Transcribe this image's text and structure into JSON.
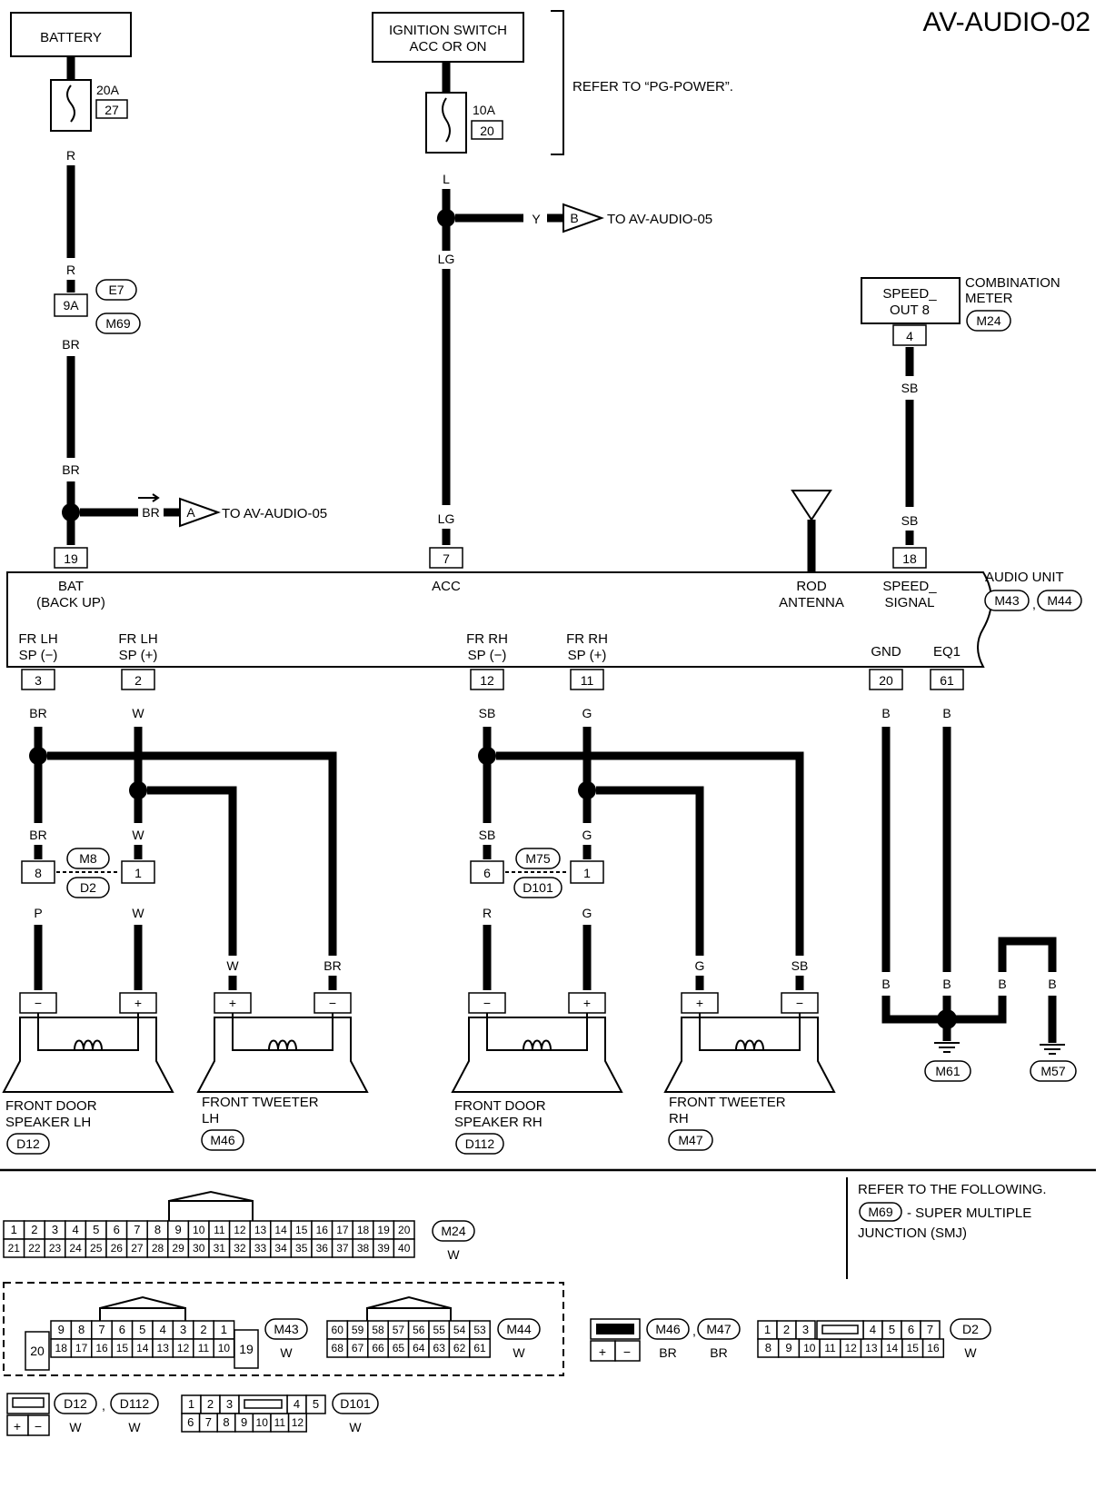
{
  "title": "AV-AUDIO-02",
  "components": {
    "battery": "BATTERY",
    "ignition_line1": "IGNITION SWITCH",
    "ignition_line2": "ACC OR ON",
    "refer_pg": "REFER TO “PG-POWER”.",
    "fuse1_rating": "20A",
    "fuse1_number": "27",
    "fuse2_rating": "10A",
    "fuse2_number": "20",
    "speed_out_line1": "SPEED_",
    "speed_out_line2": "OUT 8",
    "combination_meter_line1": "COMBINATION",
    "combination_meter_line2": "METER",
    "rod_antenna_line1": "ROD",
    "rod_antenna_line2": "ANTENNA",
    "audio_unit": "AUDIO UNIT",
    "front_door_lh_line1": "FRONT DOOR",
    "front_door_lh_line2": "SPEAKER LH",
    "front_tweeter_lh_line1": "FRONT TWEETER",
    "front_tweeter_lh_line2": "LH",
    "front_door_rh_line1": "FRONT DOOR",
    "front_door_rh_line2": "SPEAKER RH",
    "front_tweeter_rh_line1": "FRONT TWEETER",
    "front_tweeter_rh_line2": "RH"
  },
  "offpage": {
    "to_a": "TO AV-AUDIO-05",
    "to_b": "TO AV-AUDIO-05",
    "letter_a": "A",
    "letter_b": "B"
  },
  "terminals": {
    "bat_line1": "BAT",
    "bat_line2": "(BACK UP)",
    "acc": "ACC",
    "speed_signal_line1": "SPEED_",
    "speed_signal_line2": "SIGNAL",
    "fr_lh_neg_line1": "FR LH",
    "fr_lh_neg_line2": "SP (−)",
    "fr_lh_pos_line1": "FR LH",
    "fr_lh_pos_line2": "SP (+)",
    "fr_rh_neg_line1": "FR RH",
    "fr_rh_neg_line2": "SP (−)",
    "fr_rh_pos_line1": "FR RH",
    "fr_rh_pos_line2": "SP (+)",
    "gnd": "GND",
    "eq1": "EQ1"
  },
  "pins": {
    "p19": "19",
    "p7": "7",
    "p18": "18",
    "p4": "4",
    "p9a": "9A",
    "p3": "3",
    "p2": "2",
    "p12": "12",
    "p11": "11",
    "p20": "20",
    "p61": "61",
    "p8": "8",
    "p1a": "1",
    "p6": "6",
    "p1b": "1"
  },
  "wires": {
    "r1": "R",
    "r2": "R",
    "br1": "BR",
    "br2": "BR",
    "br_a": "BR",
    "l": "L",
    "y": "Y",
    "lg1": "LG",
    "lg2": "LG",
    "sb1": "SB",
    "sb2": "SB",
    "br3": "BR",
    "w1": "W",
    "sb3": "SB",
    "g1": "G",
    "b1": "B",
    "b2": "B",
    "br4": "BR",
    "w2": "W",
    "sb4": "SB",
    "g2": "G",
    "p": "P",
    "w3": "W",
    "r3": "R",
    "g3": "G",
    "w4": "W",
    "br5": "BR",
    "g4": "G",
    "sb5": "SB",
    "b3": "B",
    "b4": "B",
    "b5": "B",
    "b6": "B"
  },
  "connectors": {
    "e7": "E7",
    "m69": "M69",
    "m24": "M24",
    "m43": "M43",
    "m44": "M44",
    "m8": "M8",
    "d2": "D2",
    "m75": "M75",
    "d101": "D101",
    "d12": "D12",
    "m46": "M46",
    "d112": "D112",
    "m47": "M47",
    "m61": "M61",
    "m57": "M57"
  },
  "speaker_marks": {
    "minus": "−",
    "plus": "+"
  },
  "refer_box": {
    "line1": "REFER TO THE FOLLOWING.",
    "connector": "M69",
    "line2": "- SUPER MULTIPLE",
    "line3": "JUNCTION (SMJ)"
  },
  "legend": {
    "m24_top": [
      "1",
      "2",
      "3",
      "4",
      "5",
      "6",
      "7",
      "8",
      "9",
      "10",
      "11",
      "12",
      "13",
      "14",
      "15",
      "16",
      "17",
      "18",
      "19",
      "20"
    ],
    "m24_bottom": [
      "21",
      "22",
      "23",
      "24",
      "25",
      "26",
      "27",
      "28",
      "29",
      "30",
      "31",
      "32",
      "33",
      "34",
      "35",
      "36",
      "37",
      "38",
      "39",
      "40"
    ],
    "m24_label": "M24",
    "m24_color": "W",
    "m43_top": [
      "9",
      "8",
      "7",
      "6",
      "5",
      "4",
      "3",
      "2",
      "1"
    ],
    "m43_bottom": [
      "18",
      "17",
      "16",
      "15",
      "14",
      "13",
      "12",
      "11",
      "10"
    ],
    "m43_left": "20",
    "m43_right": "19",
    "m43_label": "M43",
    "m43_color": "W",
    "m44_top": [
      "60",
      "59",
      "58",
      "57",
      "56",
      "55",
      "54",
      "53"
    ],
    "m44_bottom": [
      "68",
      "67",
      "66",
      "65",
      "64",
      "63",
      "62",
      "61"
    ],
    "m44_label": "M44",
    "m44_color": "W",
    "m46_label": "M46",
    "m47_label": "M47",
    "m46_color": "BR",
    "m47_color": "BR",
    "m4647_pins": [
      "+",
      "−"
    ],
    "d2_top_left": [
      "1",
      "2",
      "3"
    ],
    "d2_top_right": [
      "4",
      "5",
      "6",
      "7"
    ],
    "d2_bottom": [
      "8",
      "9",
      "10",
      "11",
      "12",
      "13",
      "14",
      "15",
      "16"
    ],
    "d2_label": "D2",
    "d2_color": "W",
    "d12_label": "D12",
    "d112_label": "D112",
    "d12_color": "W",
    "d112_color": "W",
    "d12_pins": [
      "+",
      "−"
    ],
    "d101_top_left": [
      "1",
      "2",
      "3"
    ],
    "d101_top_right": [
      "4",
      "5"
    ],
    "d101_bottom": [
      "6",
      "7",
      "8",
      "9",
      "10",
      "11",
      "12"
    ],
    "d101_label": "D101",
    "d101_color": "W"
  }
}
